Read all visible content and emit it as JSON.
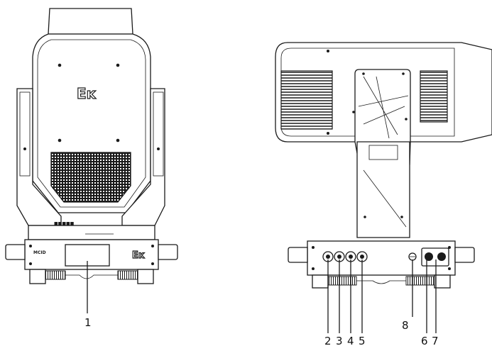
{
  "figure": {
    "front_view": {
      "logo_upper": "Eĸ",
      "logo_base": "Eĸ",
      "base_label": "MCID",
      "callouts": [
        {
          "number": "1",
          "target": "display-panel"
        }
      ]
    },
    "rear_view": {
      "callouts": [
        {
          "number": "2"
        },
        {
          "number": "3"
        },
        {
          "number": "4"
        },
        {
          "number": "5"
        },
        {
          "number": "8"
        },
        {
          "number": "6"
        },
        {
          "number": "7"
        }
      ]
    }
  }
}
